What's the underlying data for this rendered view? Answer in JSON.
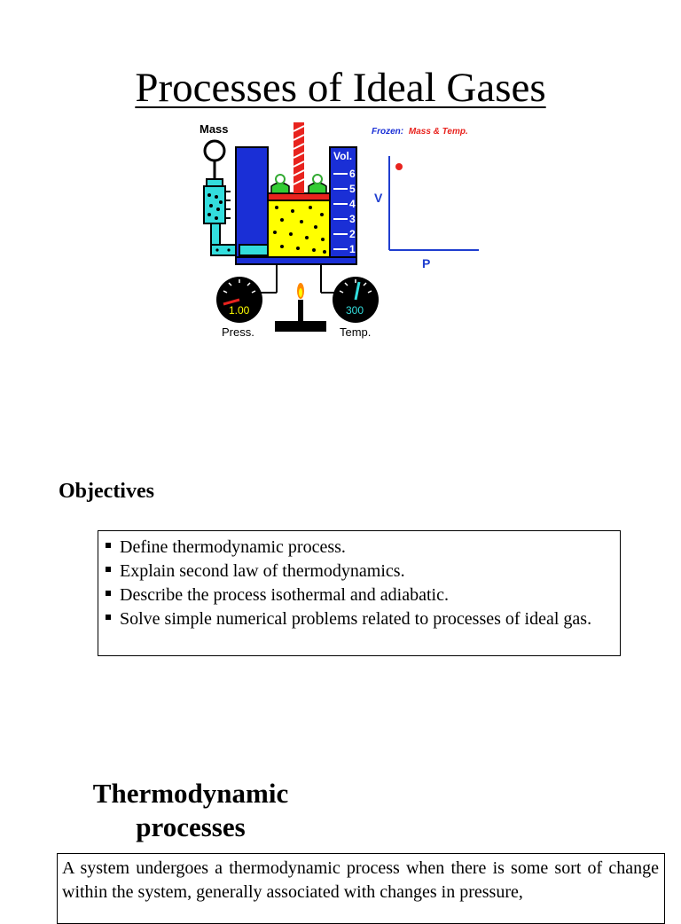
{
  "title": "Processes of Ideal Gases",
  "figure": {
    "mass_label": "Mass",
    "frozen_label": "Frozen:",
    "frozen_value": "Mass & Temp.",
    "vol_label": "Vol.",
    "vol_ticks": [
      "6",
      "5",
      "4",
      "3",
      "2",
      "1"
    ],
    "pressure_value": "1.00",
    "pressure_label": "Press.",
    "temp_value": "300",
    "temp_label": "Temp.",
    "graph_v_label": "V",
    "graph_p_label": "P",
    "colors": {
      "blue": "#1a2fd6",
      "yellow": "#ffff00",
      "cyan": "#33dddd",
      "red": "#e8231e",
      "green": "#33cc33",
      "graph_blue": "#1f3ecf"
    }
  },
  "objectives": {
    "heading": "Objectives",
    "items": [
      "Define thermodynamic process.",
      "Explain second law of thermodynamics.",
      "Describe the process isothermal and adiabatic.",
      "Solve simple numerical problems related to processes of ideal gas."
    ]
  },
  "section": {
    "heading_line1": "Thermodynamic",
    "heading_line2": "processes",
    "paragraph": "A system undergoes a thermodynamic process when there is some sort of change within the system, generally associated with changes in pressure,"
  }
}
